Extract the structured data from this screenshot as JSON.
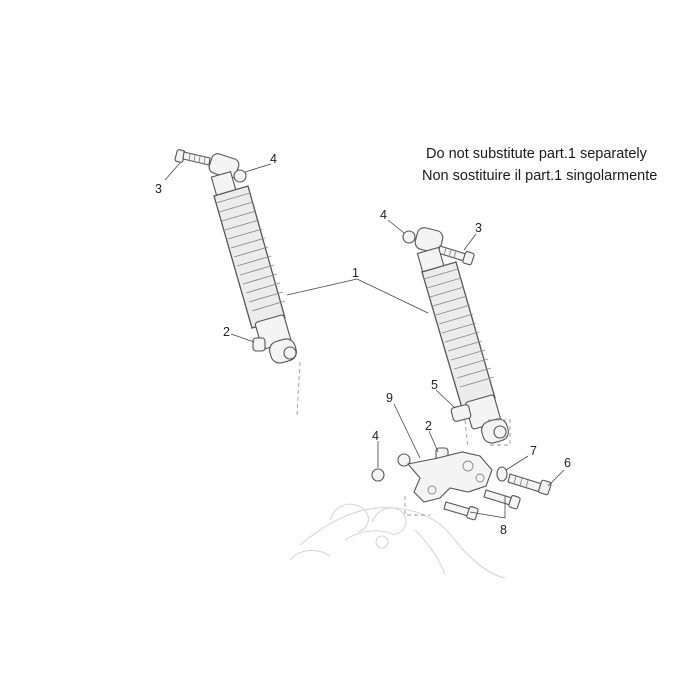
{
  "notes": {
    "line1": "Do not substitute part.1 separately",
    "line2": "Non sostituire il part.1 singolarmente"
  },
  "callouts": {
    "c1": "1",
    "c2a": "2",
    "c2b": "2",
    "c3a": "3",
    "c3b": "3",
    "c4a": "4",
    "c4b": "4",
    "c4c": "4",
    "c5": "5",
    "c6": "6",
    "c7": "7",
    "c8": "8",
    "c9": "9"
  }
}
